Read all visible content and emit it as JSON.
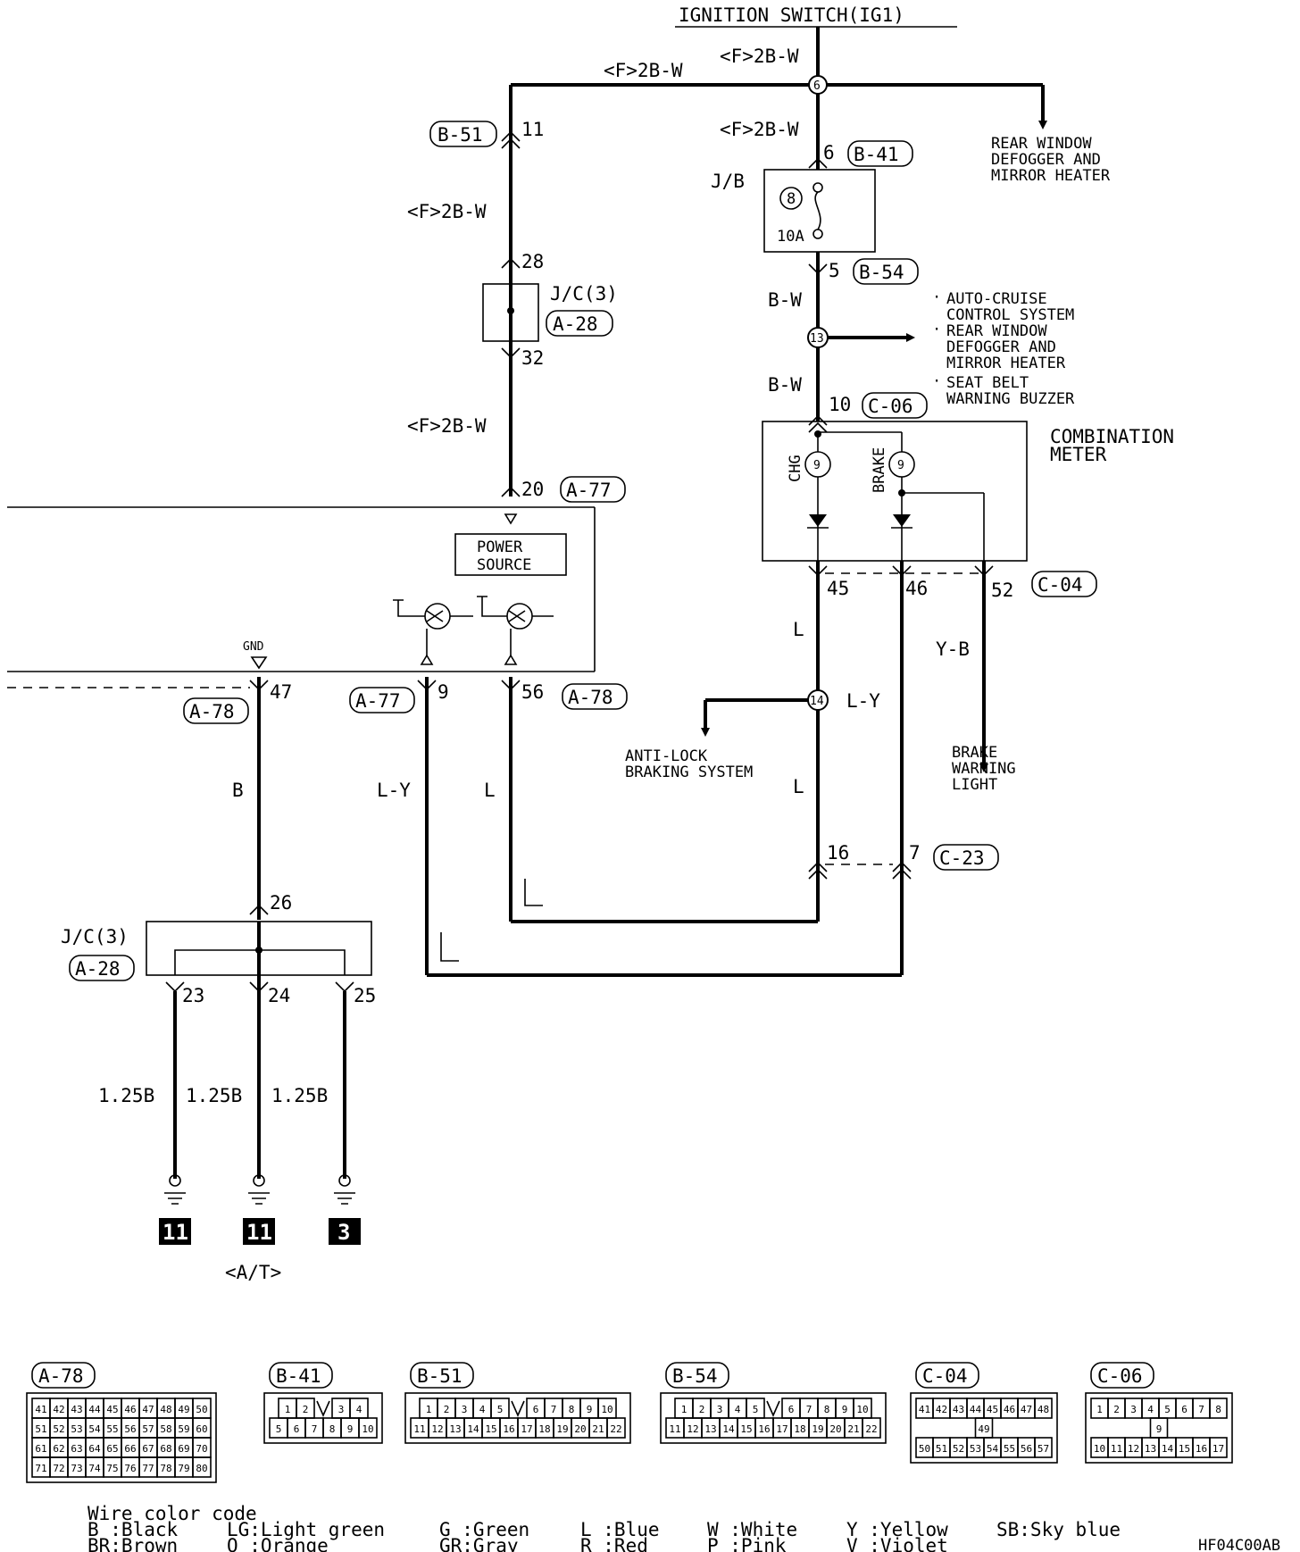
{
  "header": {
    "ignition": "IGNITION SWITCH(IG1)"
  },
  "wires": {
    "f2bw": "<F>2B-W",
    "bw": "B-W",
    "l": "L",
    "ly": "L-Y",
    "yb": "Y-B",
    "b": "B",
    "g125b": "1.25B"
  },
  "connectors": {
    "b51": "B-51",
    "b41": "B-41",
    "b54": "B-54",
    "a28": "A-28",
    "a77": "A-77",
    "a78": "A-78",
    "c06": "C-06",
    "c04": "C-04",
    "c23": "C-23"
  },
  "pins": {
    "p11": "11",
    "p28": "28",
    "p32": "32",
    "p20": "20",
    "p6": "6",
    "p5": "5",
    "p10": "10",
    "p45": "45",
    "p46": "46",
    "p52": "52",
    "p47": "47",
    "p9": "9",
    "p56": "56",
    "p16": "16",
    "p7": "7",
    "p26": "26",
    "p23": "23",
    "p24": "24",
    "p25": "25"
  },
  "junctions": {
    "j6": "6",
    "j13": "13",
    "j14": "14"
  },
  "jb": {
    "label": "J/B",
    "fuse_no": "8",
    "fuse_rating": "10A"
  },
  "jc": {
    "label": "J/C(3)"
  },
  "destinations": {
    "rear_defogger": [
      "REAR WINDOW",
      "DEFOGGER AND",
      "MIRROR HEATER"
    ],
    "auto_cruise": [
      "AUTO-CRUISE",
      "CONTROL SYSTEM"
    ],
    "rear_defogger2": [
      "REAR WINDOW",
      "DEFOGGER AND",
      "MIRROR HEATER"
    ],
    "seat_belt": [
      "SEAT BELT",
      "WARNING BUZZER"
    ],
    "combination_meter": [
      "COMBINATION",
      "METER"
    ],
    "abs": [
      "ANTI-LOCK",
      "BRAKING SYSTEM"
    ],
    "brake_warning": [
      "BRAKE",
      "WARNING",
      "LIGHT"
    ]
  },
  "meter": {
    "chg": "CHG",
    "brake": "BRAKE"
  },
  "ecu": {
    "power_source": [
      "POWER",
      "SOURCE"
    ],
    "gnd": "GND"
  },
  "grounds": [
    "11",
    "11",
    "3"
  ],
  "at_label": "<A/T>",
  "connector_views": [
    {
      "name": "A-78",
      "rows": [
        [
          "41",
          "42",
          "43",
          "44",
          "45",
          "46",
          "47",
          "48",
          "49",
          "50"
        ],
        [
          "51",
          "52",
          "53",
          "54",
          "55",
          "56",
          "57",
          "58",
          "59",
          "60"
        ],
        [
          "61",
          "62",
          "63",
          "64",
          "65",
          "66",
          "67",
          "68",
          "69",
          "70"
        ],
        [
          "71",
          "72",
          "73",
          "74",
          "75",
          "76",
          "77",
          "78",
          "79",
          "80"
        ]
      ]
    },
    {
      "name": "B-41",
      "rows": [
        [
          "1",
          "2",
          "",
          "3",
          "4"
        ],
        [
          "5",
          "6",
          "7",
          "8",
          "9",
          "10"
        ]
      ]
    },
    {
      "name": "B-51",
      "rows": [
        [
          "1",
          "2",
          "3",
          "4",
          "5",
          "",
          "6",
          "7",
          "8",
          "9",
          "10"
        ],
        [
          "11",
          "12",
          "13",
          "14",
          "15",
          "16",
          "17",
          "18",
          "19",
          "20",
          "21",
          "22"
        ]
      ]
    },
    {
      "name": "B-54",
      "rows": [
        [
          "1",
          "2",
          "3",
          "4",
          "5",
          "",
          "6",
          "7",
          "8",
          "9",
          "10"
        ],
        [
          "11",
          "12",
          "13",
          "14",
          "15",
          "16",
          "17",
          "18",
          "19",
          "20",
          "21",
          "22"
        ]
      ]
    },
    {
      "name": "C-04",
      "rows": [
        [
          "41",
          "42",
          "43",
          "44",
          "45",
          "46",
          "47",
          "48"
        ],
        [
          "49"
        ],
        [
          "50",
          "51",
          "52",
          "53",
          "54",
          "55",
          "56",
          "57"
        ]
      ]
    },
    {
      "name": "C-06",
      "rows": [
        [
          "1",
          "2",
          "3",
          "4",
          "5",
          "6",
          "7",
          "8"
        ],
        [
          "9"
        ],
        [
          "10",
          "11",
          "12",
          "13",
          "14",
          "15",
          "16",
          "17"
        ]
      ]
    }
  ],
  "legend": {
    "title": "Wire color code",
    "items": [
      [
        "B :Black",
        "BR:Brown"
      ],
      [
        "LG:Light green",
        "O :Orange"
      ],
      [
        "G :Green",
        "GR:Gray"
      ],
      [
        "L :Blue",
        "R :Red"
      ],
      [
        "W :White",
        "P :Pink"
      ],
      [
        "Y :Yellow",
        "V :Violet"
      ],
      [
        "SB:Sky blue"
      ]
    ]
  },
  "figure_code": "HF04C00AB"
}
